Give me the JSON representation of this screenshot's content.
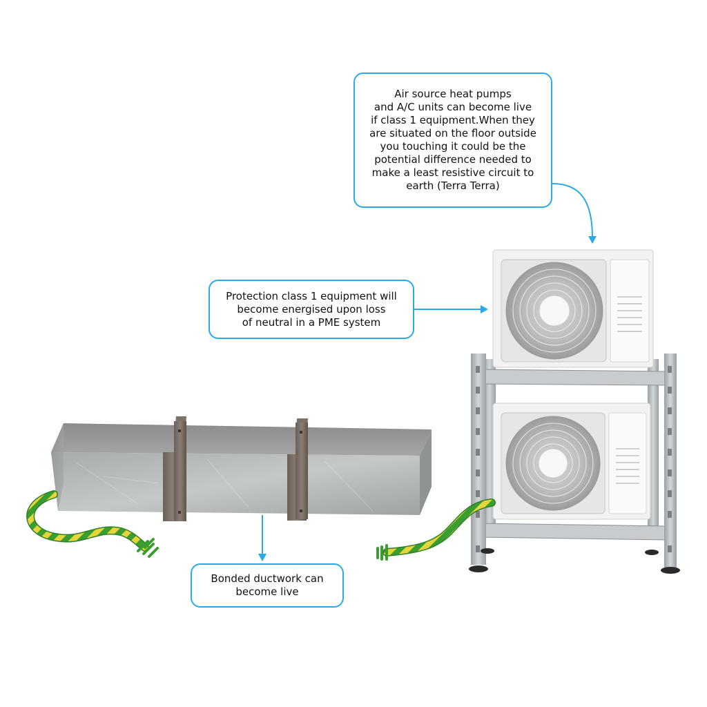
{
  "callouts": {
    "heatpump": "Air source heat pumps\nand A/C units can become live\nif class 1 equipment.When they\nare situated on the floor outside\nyou touching it could be the\npotential difference needed to\nmake a least resistive circuit to\nearth (Terra Terra)",
    "class1": "Protection class 1 equipment will\nbecome energised upon loss\nof neutral in a PME system",
    "duct": "Bonded ductwork can\nbecome live"
  },
  "colors": {
    "accent": "#29a9e8",
    "earth_green": "#3a9d2f",
    "earth_yellow": "#e3d53a",
    "steel": "#b8bcc0",
    "ac_unit": "#f0f0f0"
  },
  "icons": [
    "earth-ground-icon",
    "arrow-icon"
  ]
}
